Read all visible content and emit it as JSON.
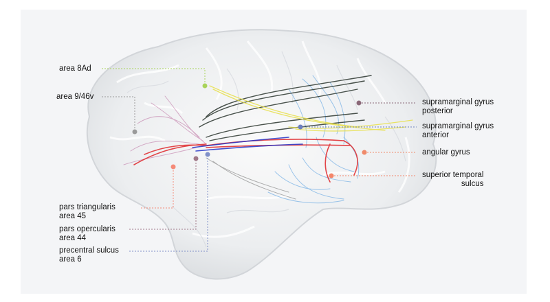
{
  "labels": {
    "area_8ad": "area 8Ad",
    "area_9_46v": "area 9/46v",
    "supramarginal_posterior_1": "supramarginal gyrus",
    "supramarginal_posterior_2": "posterior",
    "supramarginal_anterior_1": "supramarginal gyrus",
    "supramarginal_anterior_2": "anterior",
    "angular_gyrus": "angular gyrus",
    "superior_temporal_1": "superior temporal",
    "superior_temporal_2": "sulcus",
    "pars_triangularis_1": "pars triangularis",
    "pars_triangularis_2": "area 45",
    "pars_opercularis_1": "pars opercularis",
    "pars_opercularis_2": "area 44",
    "precentral_1": "precentral sulcus",
    "precentral_2": "area 6"
  },
  "colors": {
    "area_8ad": "#a8d35a",
    "area_9_46v": "#9a9a9a",
    "supramarginal_posterior": "#8a6878",
    "supramarginal_anterior": "#6c80c0",
    "angular_gyrus": "#f08a6a",
    "superior_temporal": "#f4866a",
    "pars_triangularis": "#f58a78",
    "pars_opercularis": "#a07888",
    "precentral": "#8090c8"
  }
}
